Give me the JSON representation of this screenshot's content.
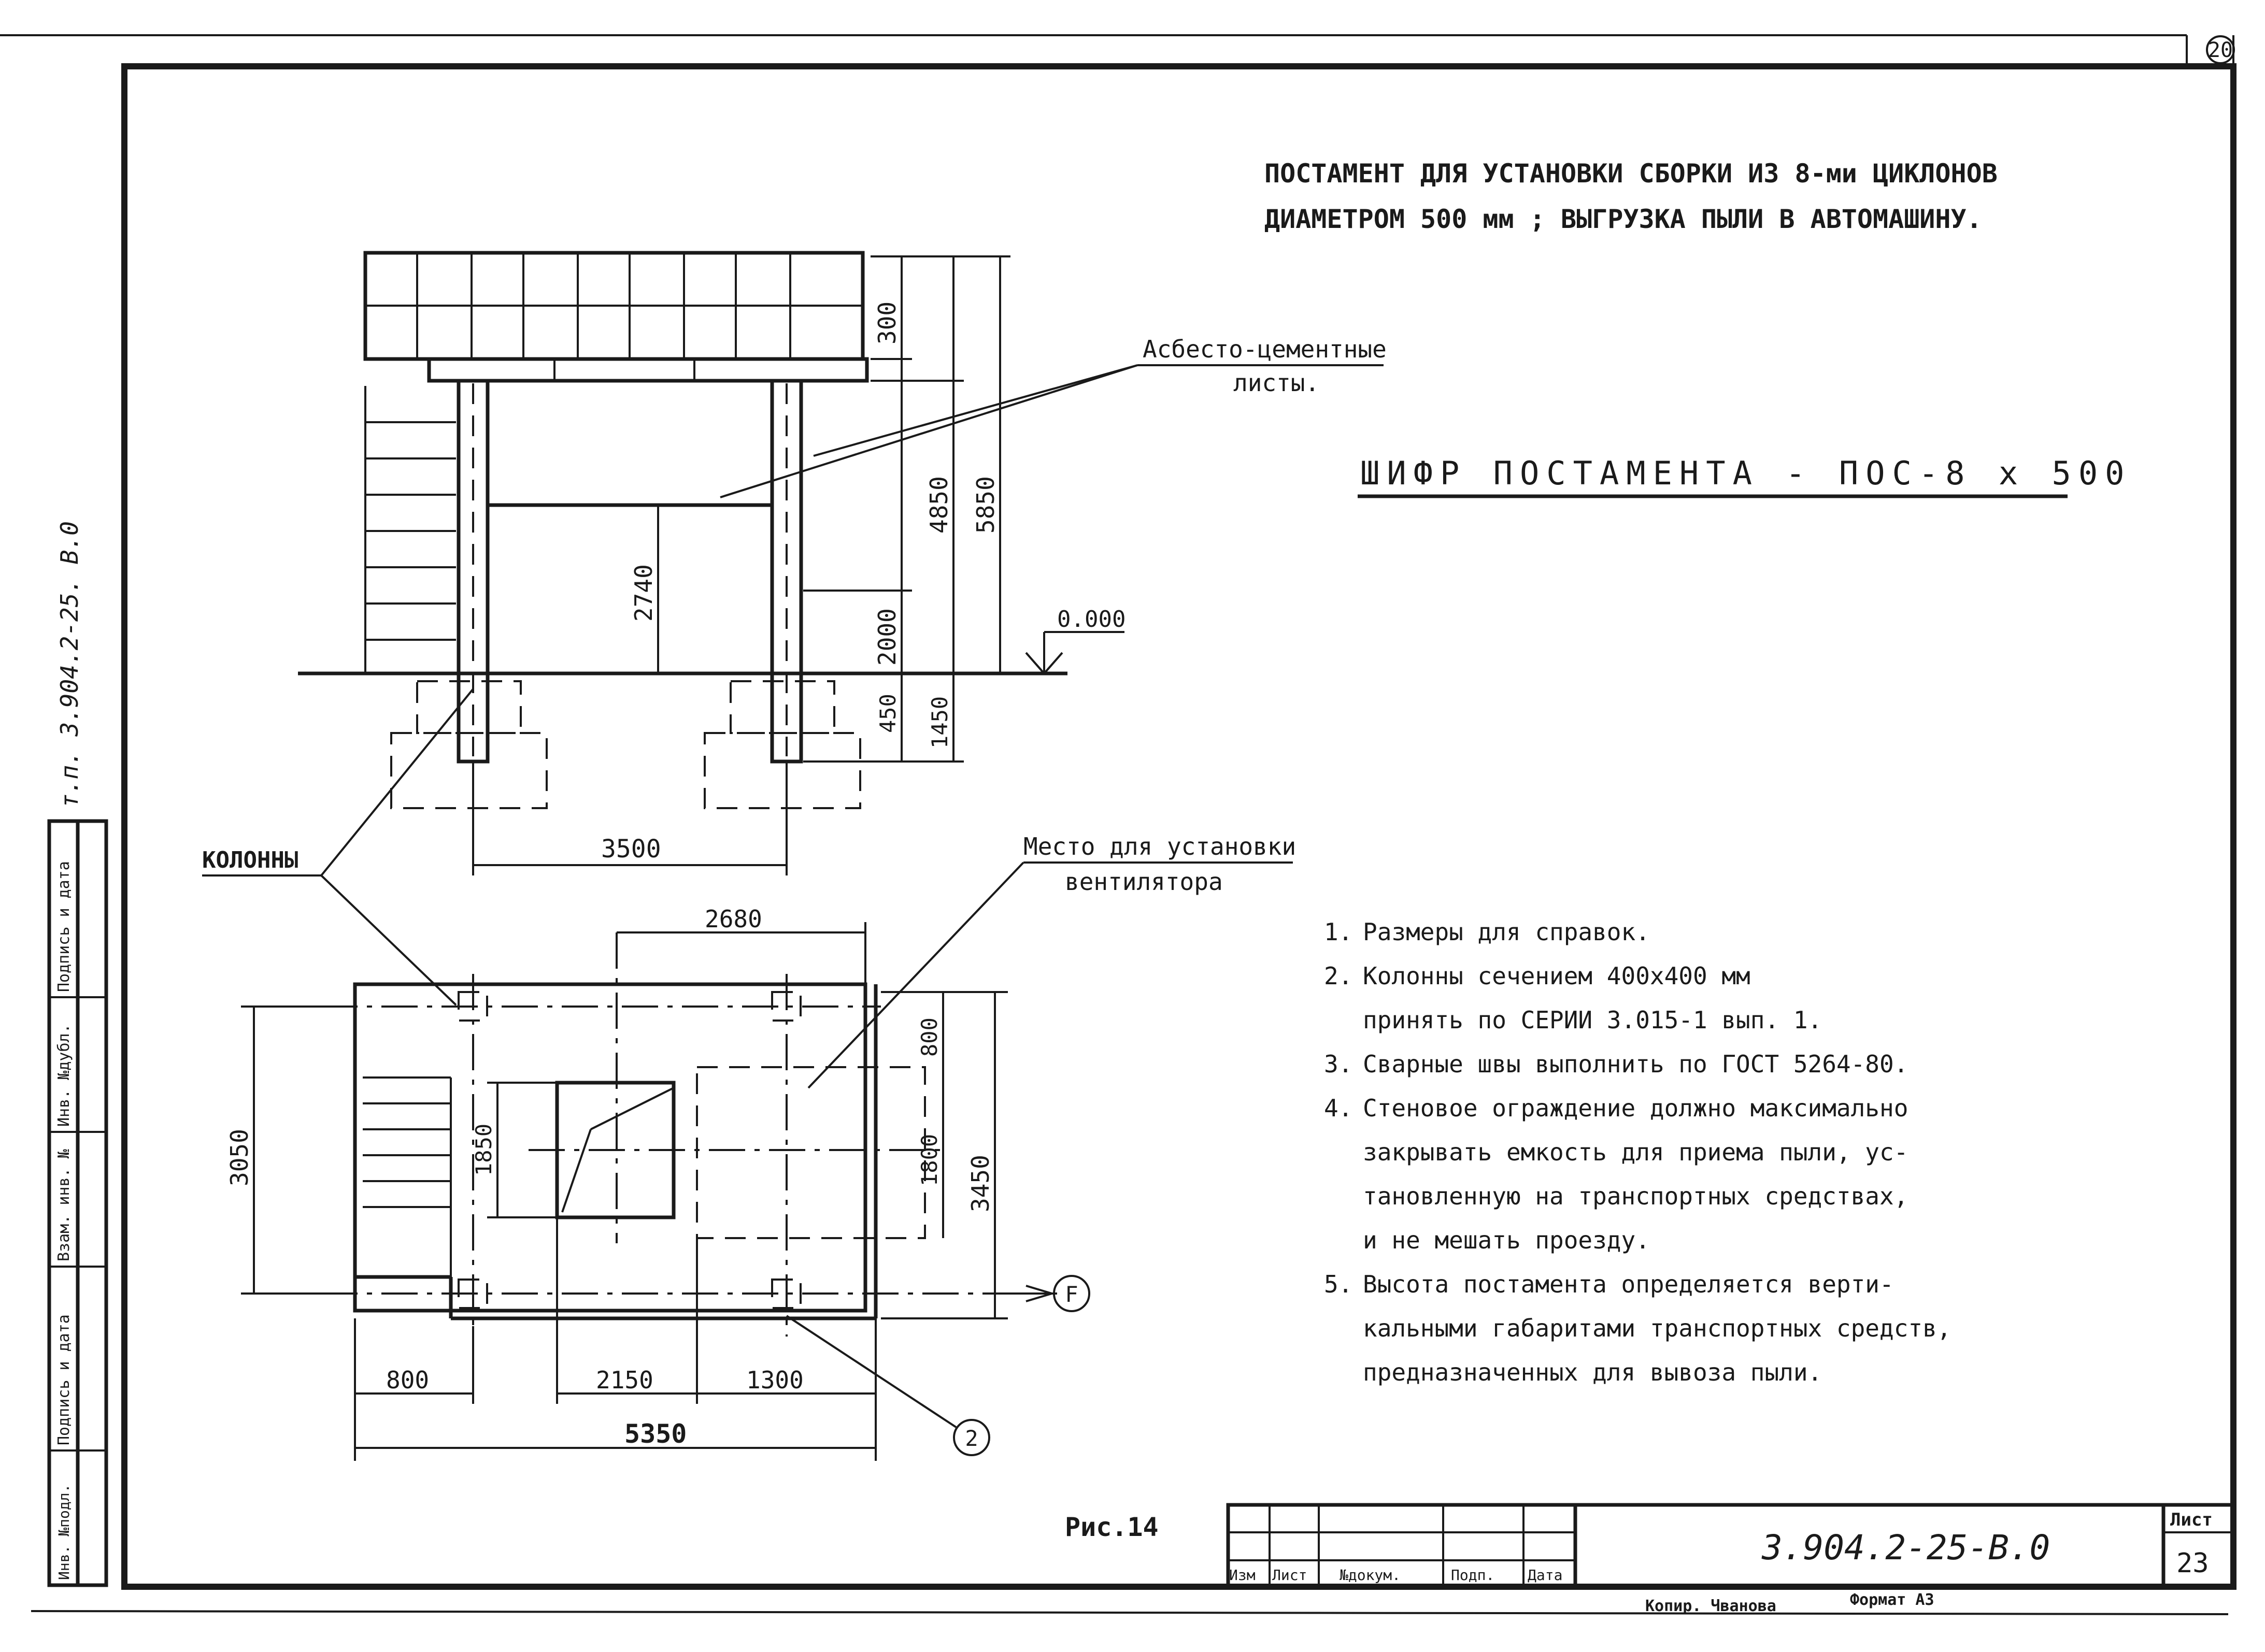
{
  "sheet": {
    "corner_number": "20",
    "vertical_code": "т.п. 3.904.2-25. В.0",
    "side_stamp": [
      "Инв. №подл.",
      "Подпись и дата",
      "Взам. инв. №",
      "Инв. №дубл.",
      "Подпись и дата"
    ]
  },
  "title": {
    "line1": "ПОСТАМЕНТ ДЛЯ УСТАНОВКИ СБОРКИ ИЗ 8-ми ЦИКЛОНОВ",
    "line2": "ДИАМЕТРОМ 500 мм ; ВЫГРУЗКА ПЫЛИ В АВТОМАШИНУ."
  },
  "code_label": "ШИФР ПОСТАМЕНТА - ПОС-8 x 500",
  "labels": {
    "asbestos": [
      "Асбесто-цементные",
      "листы."
    ],
    "columns": "КОЛОННЫ",
    "fan_place": [
      "Место для установки",
      "вентилятора"
    ],
    "level": "0.000",
    "axis_f": "F",
    "axis_2": "2",
    "figure": "Рис.14"
  },
  "dimensions": {
    "elevation": [
      "300",
      "4850",
      "5850",
      "2740",
      "2000",
      "450",
      "1450",
      "3500"
    ],
    "plan": [
      "2680",
      "800",
      "3450",
      "3050",
      "1850",
      "1800",
      "800",
      "2150",
      "1300",
      "5350"
    ]
  },
  "notes": [
    {
      "num": "1.",
      "lines": [
        "Размеры для справок."
      ]
    },
    {
      "num": "2.",
      "lines": [
        "Колонны сечением  400x400 мм",
        "принять по СЕРИИ 3.015-1 вып. 1."
      ]
    },
    {
      "num": "3.",
      "lines": [
        "Сварные швы выполнить по ГОСТ 5264-80."
      ]
    },
    {
      "num": "4.",
      "lines": [
        "Стеновое ограждение должно максимально",
        "закрывать емкость для приема пыли, ус-",
        "тановленную на транспортных средствах,",
        "и не мешать проезду."
      ]
    },
    {
      "num": "5.",
      "lines": [
        "Высота постамента определяется верти-",
        "кальными габаритами транспортных средств,",
        "предназначенных для вывоза пыли."
      ]
    }
  ],
  "title_block": {
    "doc_code": "3.904.2-25-В.0",
    "sheet_label": "Лист",
    "sheet_number": "23",
    "columns": [
      "Изм",
      "Лист",
      "№докум.",
      "Подп.",
      "Дата"
    ],
    "copied": "Копир. Чванова",
    "format": "Формат А3"
  }
}
